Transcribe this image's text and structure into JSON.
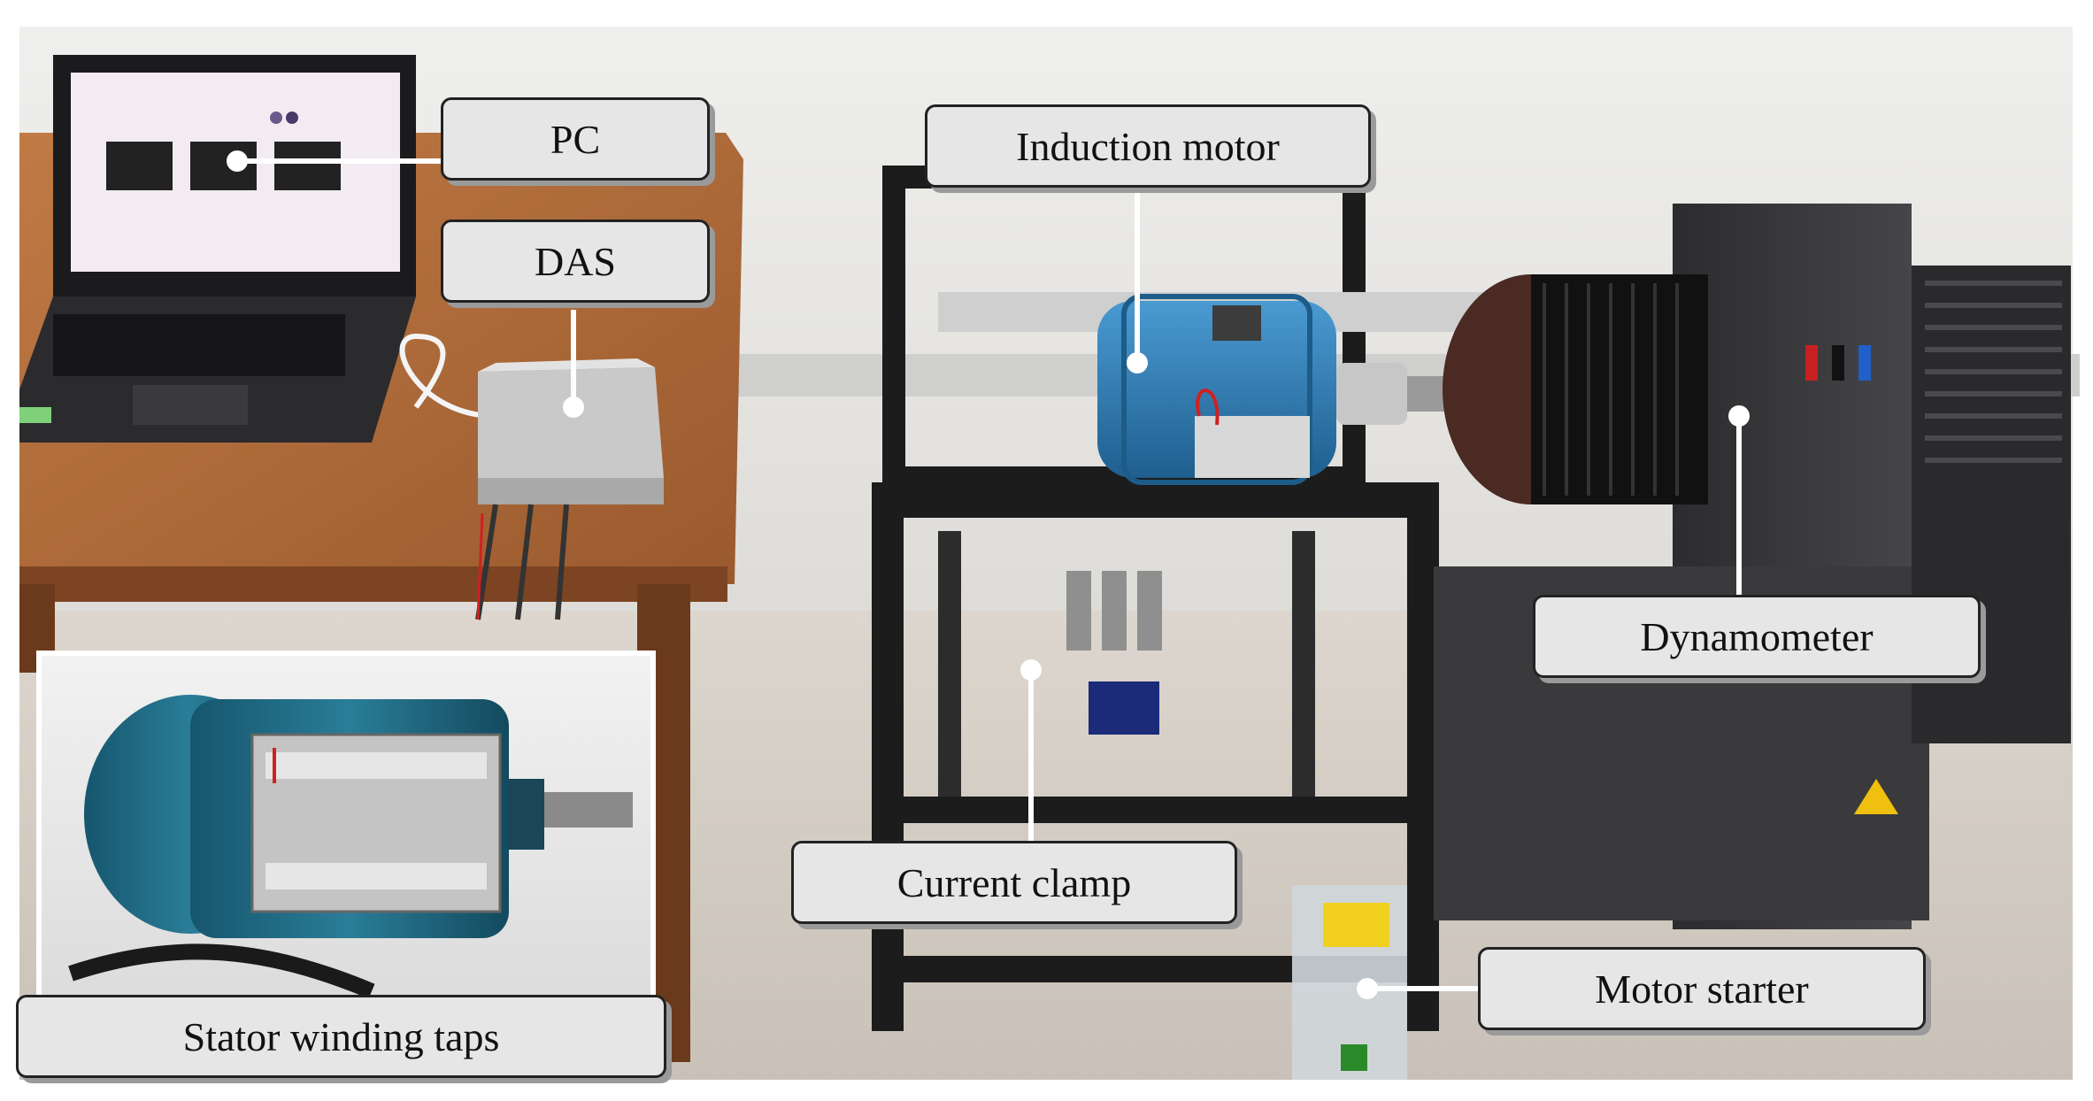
{
  "labels": {
    "pc": "PC",
    "das": "DAS",
    "induction_motor": "Induction motor",
    "dynamometer": "Dynamometer",
    "current_clamp": "Current clamp",
    "motor_starter": "Motor starter",
    "stator_winding_taps": "Stator winding taps"
  },
  "colors": {
    "wall": "#e9e9e7",
    "floor": "#d6d0c8",
    "desk": "#b06a3a",
    "motor_blue": "#2f7fb8",
    "dynamometer_body": "#3a3a3c",
    "frame_black": "#1c1c1c",
    "callout_fill": "#e6e6e6",
    "callout_border": "#222222"
  }
}
